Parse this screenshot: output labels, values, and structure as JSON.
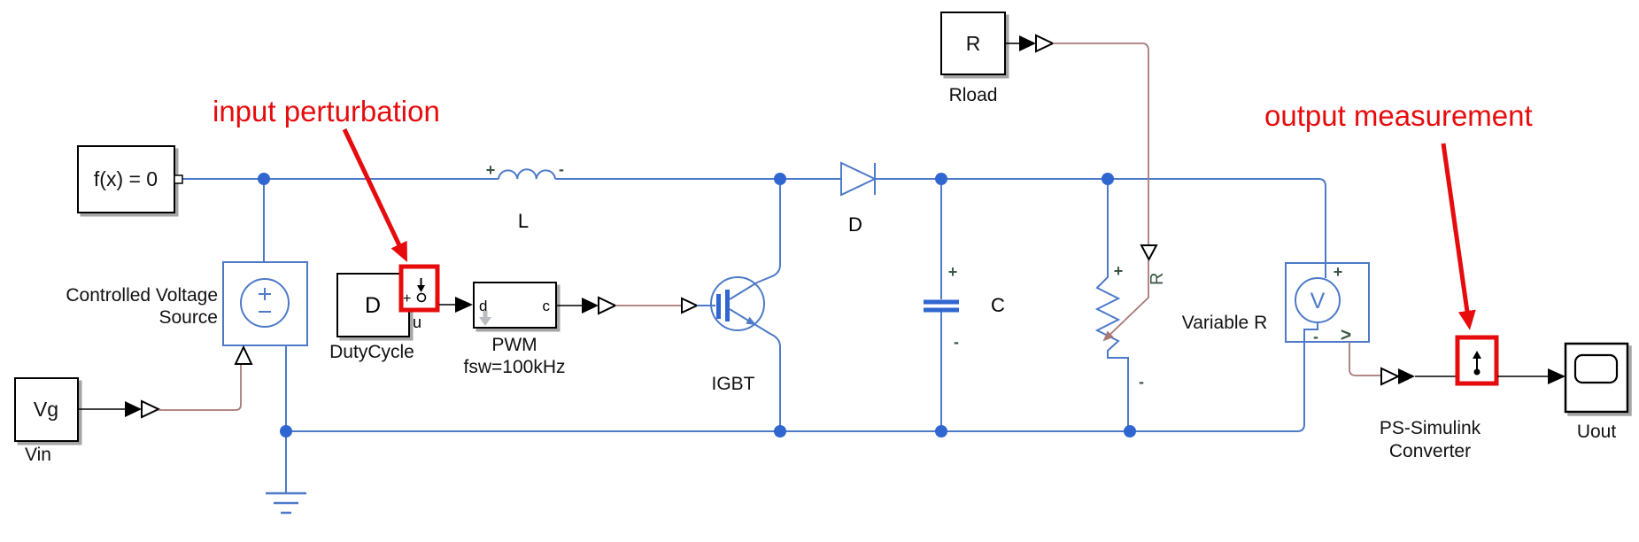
{
  "colors": {
    "annotation_red": "#e60c0e",
    "physical_wire_blue": "#4d7ac8",
    "junction_dot_blue": "#2f66d0",
    "signal_wire_brown": "#a87878",
    "port_mark_green": "#3a5742"
  },
  "annotations": {
    "input_perturbation": "input perturbation",
    "output_measurement": "output measurement"
  },
  "blocks": {
    "solver": {
      "label": "f(x) = 0"
    },
    "controlled_voltage_source": {
      "label_line1": "Controlled Voltage",
      "label_line2": "Source"
    },
    "vin_source": {
      "block_text": "Vg",
      "label": "Vin"
    },
    "duty_cycle": {
      "block_text": "D",
      "label": "DutyCycle",
      "output_port_label": "u",
      "perturbation_plus": "+"
    },
    "pwm": {
      "input_port": "d",
      "output_port": "c",
      "label_line1": "PWM",
      "label_line2": "fsw=100kHz"
    },
    "igbt": {
      "label": "IGBT"
    },
    "inductor": {
      "label": "L",
      "plus": "+",
      "minus": "-"
    },
    "diode": {
      "label": "D"
    },
    "capacitor": {
      "label": "C",
      "plus": "+",
      "minus": "-"
    },
    "rload": {
      "block_text": "R",
      "label": "Rload",
      "port_label": "R"
    },
    "variable_resistor": {
      "label": "Variable R",
      "plus": "+",
      "minus": "-"
    },
    "voltage_sensor": {
      "block_text": "V",
      "plus": "+",
      "minus": "-",
      "output_mark": "&gt;"
    },
    "ps_simulink_converter": {
      "label_line1": "PS-Simulink",
      "label_line2": "Converter"
    },
    "scope": {
      "label": "Uout"
    }
  }
}
